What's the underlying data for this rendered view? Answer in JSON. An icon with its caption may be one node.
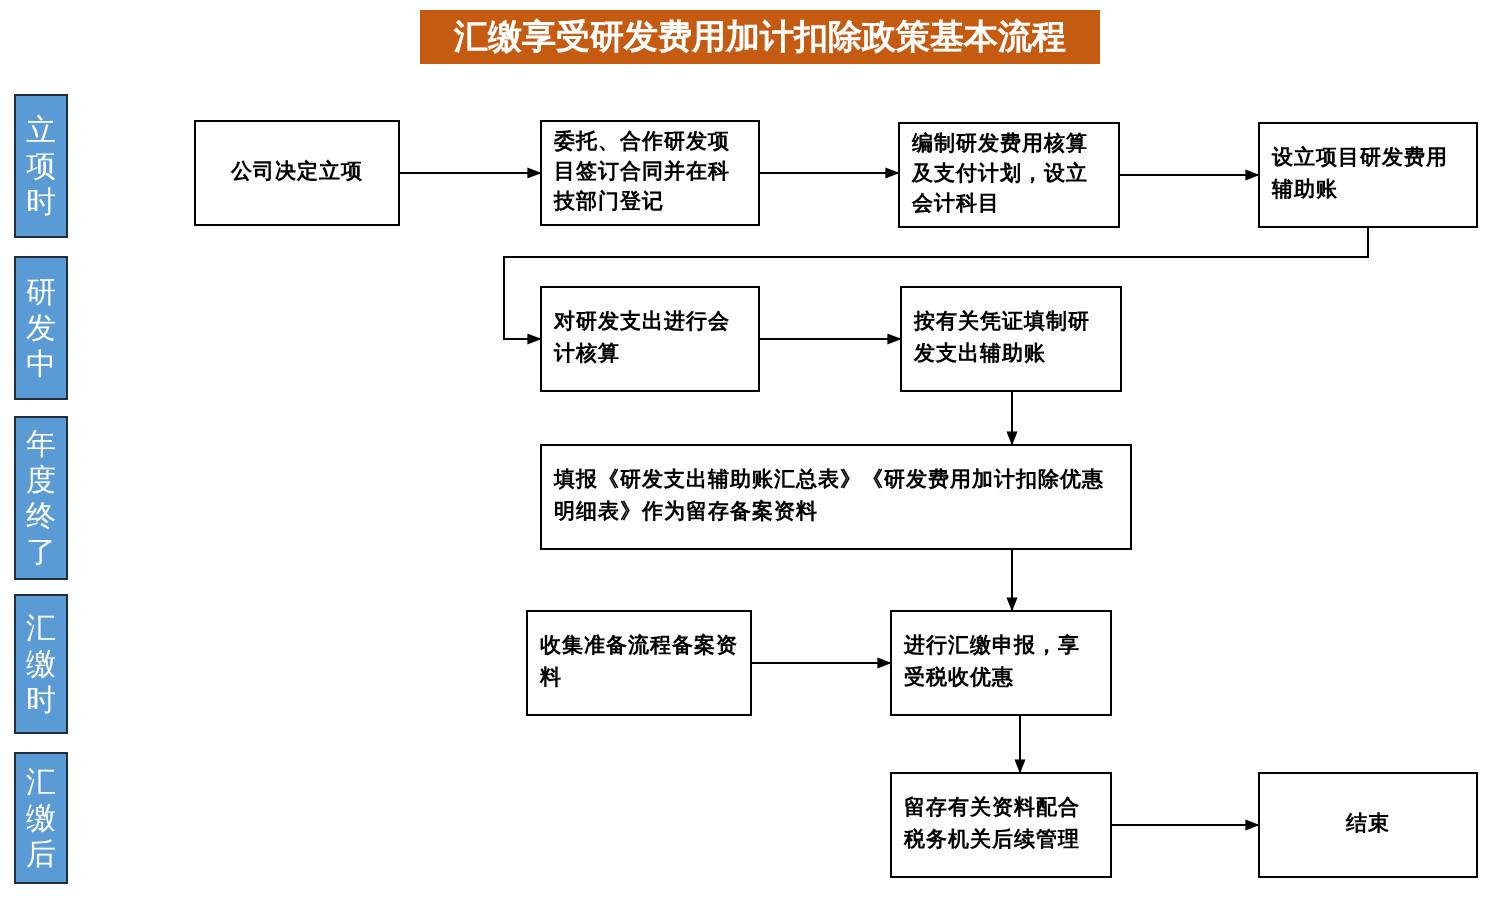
{
  "diagram": {
    "title": "汇缴享受研发费用加计扣除政策基本流程",
    "nodes": [
      {
        "text": [
          "立项时"
        ]
      },
      {
        "text": [
          "研发中"
        ]
      },
      {
        "text": [
          "年度终了"
        ]
      },
      {
        "text": [
          "汇缴时"
        ]
      },
      {
        "text": [
          "汇缴后"
        ]
      },
      {
        "text": [
          "公司决定立项"
        ]
      },
      {
        "text": [
          "委托、合作研发项目签订合同并在科技部门登记"
        ]
      },
      {
        "text": [
          "编制研发费用核算及支付计划，设立会计科目"
        ]
      },
      {
        "text": [
          "设立项目研发费用辅助账"
        ]
      },
      {
        "text": [
          "对研发支出进行会计核算"
        ]
      },
      {
        "text": [
          "按有关凭证填制研发支出辅助账"
        ]
      },
      {
        "text": [
          "填报《研发支出辅助账汇总表》《研发费用加计扣除优惠明细表》作为留存备案资料"
        ]
      },
      {
        "text": [
          "收集准备流程备案资料"
        ]
      },
      {
        "text": [
          "进行汇缴申报，享受税收优惠"
        ]
      },
      {
        "text": [
          "留存有关资料配合税务机关后续管理"
        ]
      },
      {
        "text": [
          "结束"
        ]
      }
    ],
    "edges": [
      {
        "from": 5,
        "to": 6,
        "arrow": "to"
      },
      {
        "from": 6,
        "to": 7,
        "arrow": "to"
      },
      {
        "from": 7,
        "to": 8,
        "arrow": "to"
      },
      {
        "from": 8,
        "to": 9,
        "arrow": "to"
      },
      {
        "from": 9,
        "to": 10,
        "arrow": "to"
      },
      {
        "from": 10,
        "to": 11,
        "arrow": "to"
      },
      {
        "from": 11,
        "to": 13,
        "arrow": "to"
      },
      {
        "from": 12,
        "to": 13,
        "arrow": "to"
      },
      {
        "from": 13,
        "to": 14,
        "arrow": "to"
      },
      {
        "from": 14,
        "to": 15,
        "arrow": "to"
      }
    ]
  }
}
